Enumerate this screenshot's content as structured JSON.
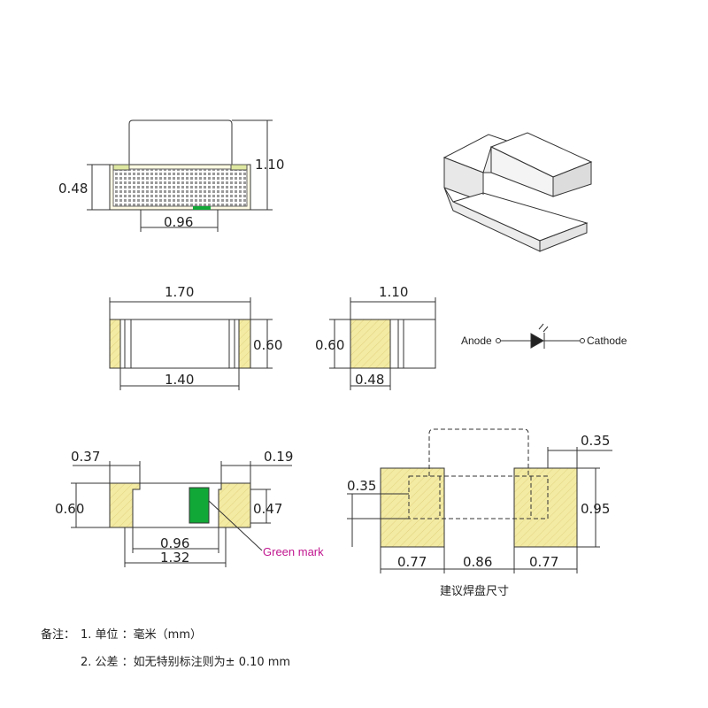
{
  "top_view": {
    "dims": {
      "height": "1.10",
      "dome_height": "0.48",
      "width": "0.96"
    }
  },
  "side_view": {
    "dims": {
      "length": "1.70",
      "height": "0.60",
      "inner": "1.40"
    }
  },
  "end_view": {
    "dims": {
      "width": "1.10",
      "height": "0.60",
      "pad": "0.48"
    }
  },
  "bottom_view": {
    "dims": {
      "pad_left": "0.37",
      "pad_right": "0.19",
      "height": "0.60",
      "mark_height": "0.47",
      "inner": "0.96",
      "outer": "1.32"
    },
    "green_mark_label": "Green mark"
  },
  "pad_layout": {
    "dims": {
      "pad_top": "0.35",
      "pad_side": "0.35",
      "height": "0.95",
      "pad_w_left": "0.77",
      "gap": "0.86",
      "pad_w_right": "0.77"
    },
    "caption": "建议焊盘尺寸"
  },
  "symbol": {
    "anode": "Anode",
    "cathode": "Cathode"
  },
  "notes": {
    "prefix": "备注：",
    "line1": "1. 单位 ：毫米（mm）",
    "line2": "2. 公差 ：如无特别标注则为± 0.10 mm"
  },
  "colors": {
    "pad_fill": "#f3eaa4",
    "green_mark": "#12a838",
    "green_label": "#c0168f",
    "line": "#333333"
  }
}
